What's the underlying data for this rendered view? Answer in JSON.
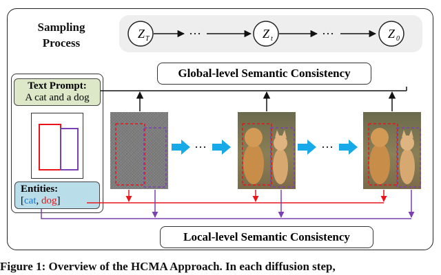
{
  "sampling": {
    "line1": "Sampling",
    "line2": "Process"
  },
  "latents": {
    "z_sub": [
      "T",
      "t",
      "0"
    ],
    "ellipsis": "···"
  },
  "global_label": "Global-level Semantic Consistency",
  "local_label": "Local-level Semantic Consistency",
  "prompt": {
    "title": "Text Prompt:",
    "text": "A cat and a dog"
  },
  "entities": {
    "title": "Entities:",
    "open": "[",
    "cat": "cat",
    "sep": ", ",
    "dog": "dog",
    "close": "]"
  },
  "flow_ellipsis": "···",
  "caption": {
    "bold": "Figure 1: Overview of the HCMA Approach. In each diffusion step,"
  },
  "colors": {
    "red": "#e8141a",
    "purple": "#7a3fb0",
    "blue_arrow": "#18a9e8",
    "cat_blue": "#1e73c8",
    "prompt_bg": "#dce8c7",
    "entities_bg": "#b9dde9"
  }
}
